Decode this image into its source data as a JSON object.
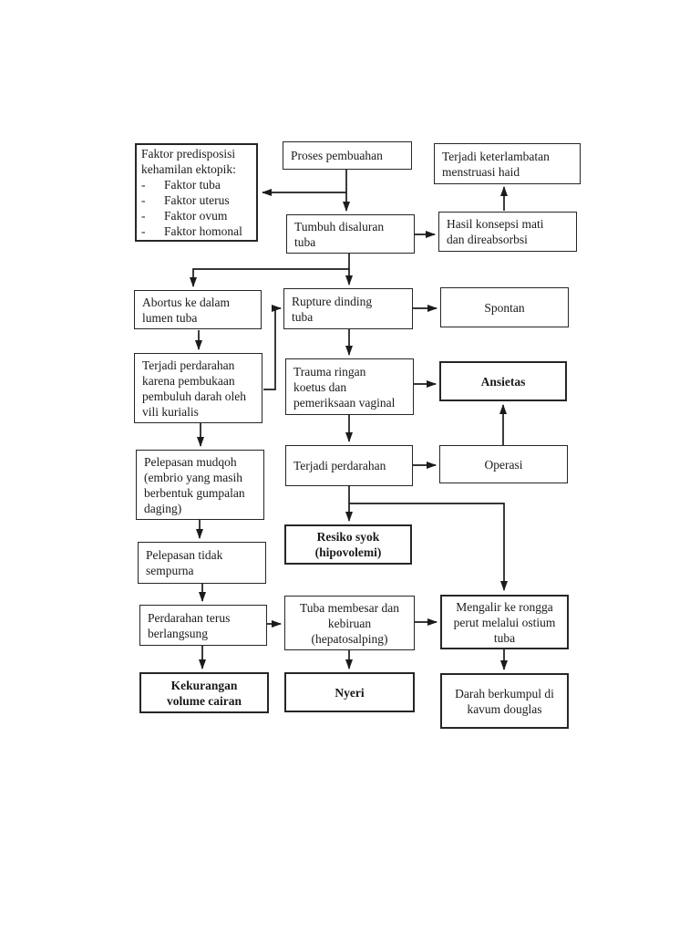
{
  "page": {
    "background": "#ffffff",
    "colors": {
      "box_border": "#262626",
      "text": "#1a1a1a",
      "arrow": "#1b1b1b",
      "box_background": "#ffffff"
    }
  },
  "nodes": {
    "faktor_predisposisi": {
      "title_lines": [
        "Faktor predisposisi",
        "kehamilan ektopik:"
      ],
      "bullet": "-",
      "items": [
        "Faktor tuba",
        "Faktor uterus",
        "Faktor ovum",
        "Faktor homonal"
      ]
    },
    "proses_pembuahan": {
      "label": "Proses pembuahan"
    },
    "terjadi_keterlambatan": {
      "lines": [
        "Terjadi keterlambatan",
        "menstruasi haid"
      ]
    },
    "tumbuh_disaluran": {
      "lines": [
        "Tumbuh disaluran",
        "tuba"
      ]
    },
    "hasil_konsepsi": {
      "lines": [
        "Hasil konsepsi mati",
        "dan direabsorbsi"
      ]
    },
    "abortus_lumen": {
      "lines": [
        "Abortus ke dalam",
        "lumen tuba"
      ]
    },
    "rupture_dinding": {
      "lines": [
        "Rupture dinding",
        "tuba"
      ]
    },
    "spontan": {
      "label": "Spontan"
    },
    "perdarahan_vili": {
      "lines": [
        "Terjadi perdarahan",
        "karena pembukaan",
        "pembuluh darah oleh",
        "vili kurialis"
      ]
    },
    "trauma_ringan": {
      "lines": [
        "Trauma ringan",
        "koetus dan",
        "pemeriksaan vaginal"
      ]
    },
    "ansietas": {
      "label": "Ansietas"
    },
    "pelepasan_mudqoh": {
      "lines": [
        "Pelepasan mudqoh",
        "(embrio yang masih",
        "berbentuk gumpalan",
        "daging)"
      ]
    },
    "terjadi_perdarahan": {
      "label": "Terjadi perdarahan"
    },
    "operasi": {
      "label": "Operasi"
    },
    "pelepasan_tidak_sempurna": {
      "lines": [
        "Pelepasan tidak",
        "sempurna"
      ]
    },
    "resiko_syok": {
      "lines": [
        "Resiko syok",
        "(hipovolemi)"
      ]
    },
    "perdarahan_terus": {
      "lines": [
        "Perdarahan terus",
        "berlangsung"
      ]
    },
    "tuba_membesar": {
      "lines": [
        "Tuba membesar  dan",
        "kebiruan",
        "(hepatosalping)"
      ]
    },
    "mengalir_rongga": {
      "lines": [
        "Mengalir ke rongga",
        "perut melalui ostium",
        "tuba"
      ]
    },
    "kekurangan_volume": {
      "lines": [
        "Kekurangan",
        "volume cairan"
      ]
    },
    "nyeri": {
      "label": "Nyeri"
    },
    "darah_berkumpul": {
      "lines": [
        "Darah berkumpul di",
        "kavum douglas"
      ]
    }
  },
  "edges": [
    {
      "from": "proses_pembuahan",
      "to": "tumbuh_disaluran"
    },
    {
      "from": "proses_pembuahan",
      "to": "faktor_predisposisi"
    },
    {
      "from": "tumbuh_disaluran",
      "to": "hasil_konsepsi"
    },
    {
      "from": "hasil_konsepsi",
      "to": "terjadi_keterlambatan"
    },
    {
      "from": "tumbuh_disaluran",
      "to": "rupture_dinding"
    },
    {
      "from": "tumbuh_disaluran",
      "to": "abortus_lumen"
    },
    {
      "from": "abortus_lumen",
      "to": "perdarahan_vili"
    },
    {
      "from": "perdarahan_vili",
      "to": "rupture_dinding"
    },
    {
      "from": "rupture_dinding",
      "to": "spontan"
    },
    {
      "from": "rupture_dinding",
      "to": "trauma_ringan"
    },
    {
      "from": "trauma_ringan",
      "to": "ansietas"
    },
    {
      "from": "trauma_ringan",
      "to": "terjadi_perdarahan"
    },
    {
      "from": "terjadi_perdarahan",
      "to": "operasi"
    },
    {
      "from": "operasi",
      "to": "ansietas"
    },
    {
      "from": "terjadi_perdarahan",
      "to": "resiko_syok"
    },
    {
      "from": "terjadi_perdarahan",
      "to": "mengalir_rongga"
    },
    {
      "from": "perdarahan_vili",
      "to": "pelepasan_mudqoh"
    },
    {
      "from": "pelepasan_mudqoh",
      "to": "pelepasan_tidak_sempurna"
    },
    {
      "from": "pelepasan_tidak_sempurna",
      "to": "perdarahan_terus"
    },
    {
      "from": "perdarahan_terus",
      "to": "tuba_membesar"
    },
    {
      "from": "perdarahan_terus",
      "to": "kekurangan_volume"
    },
    {
      "from": "tuba_membesar",
      "to": "mengalir_rongga"
    },
    {
      "from": "tuba_membesar",
      "to": "nyeri"
    },
    {
      "from": "mengalir_rongga",
      "to": "darah_berkumpul"
    }
  ]
}
